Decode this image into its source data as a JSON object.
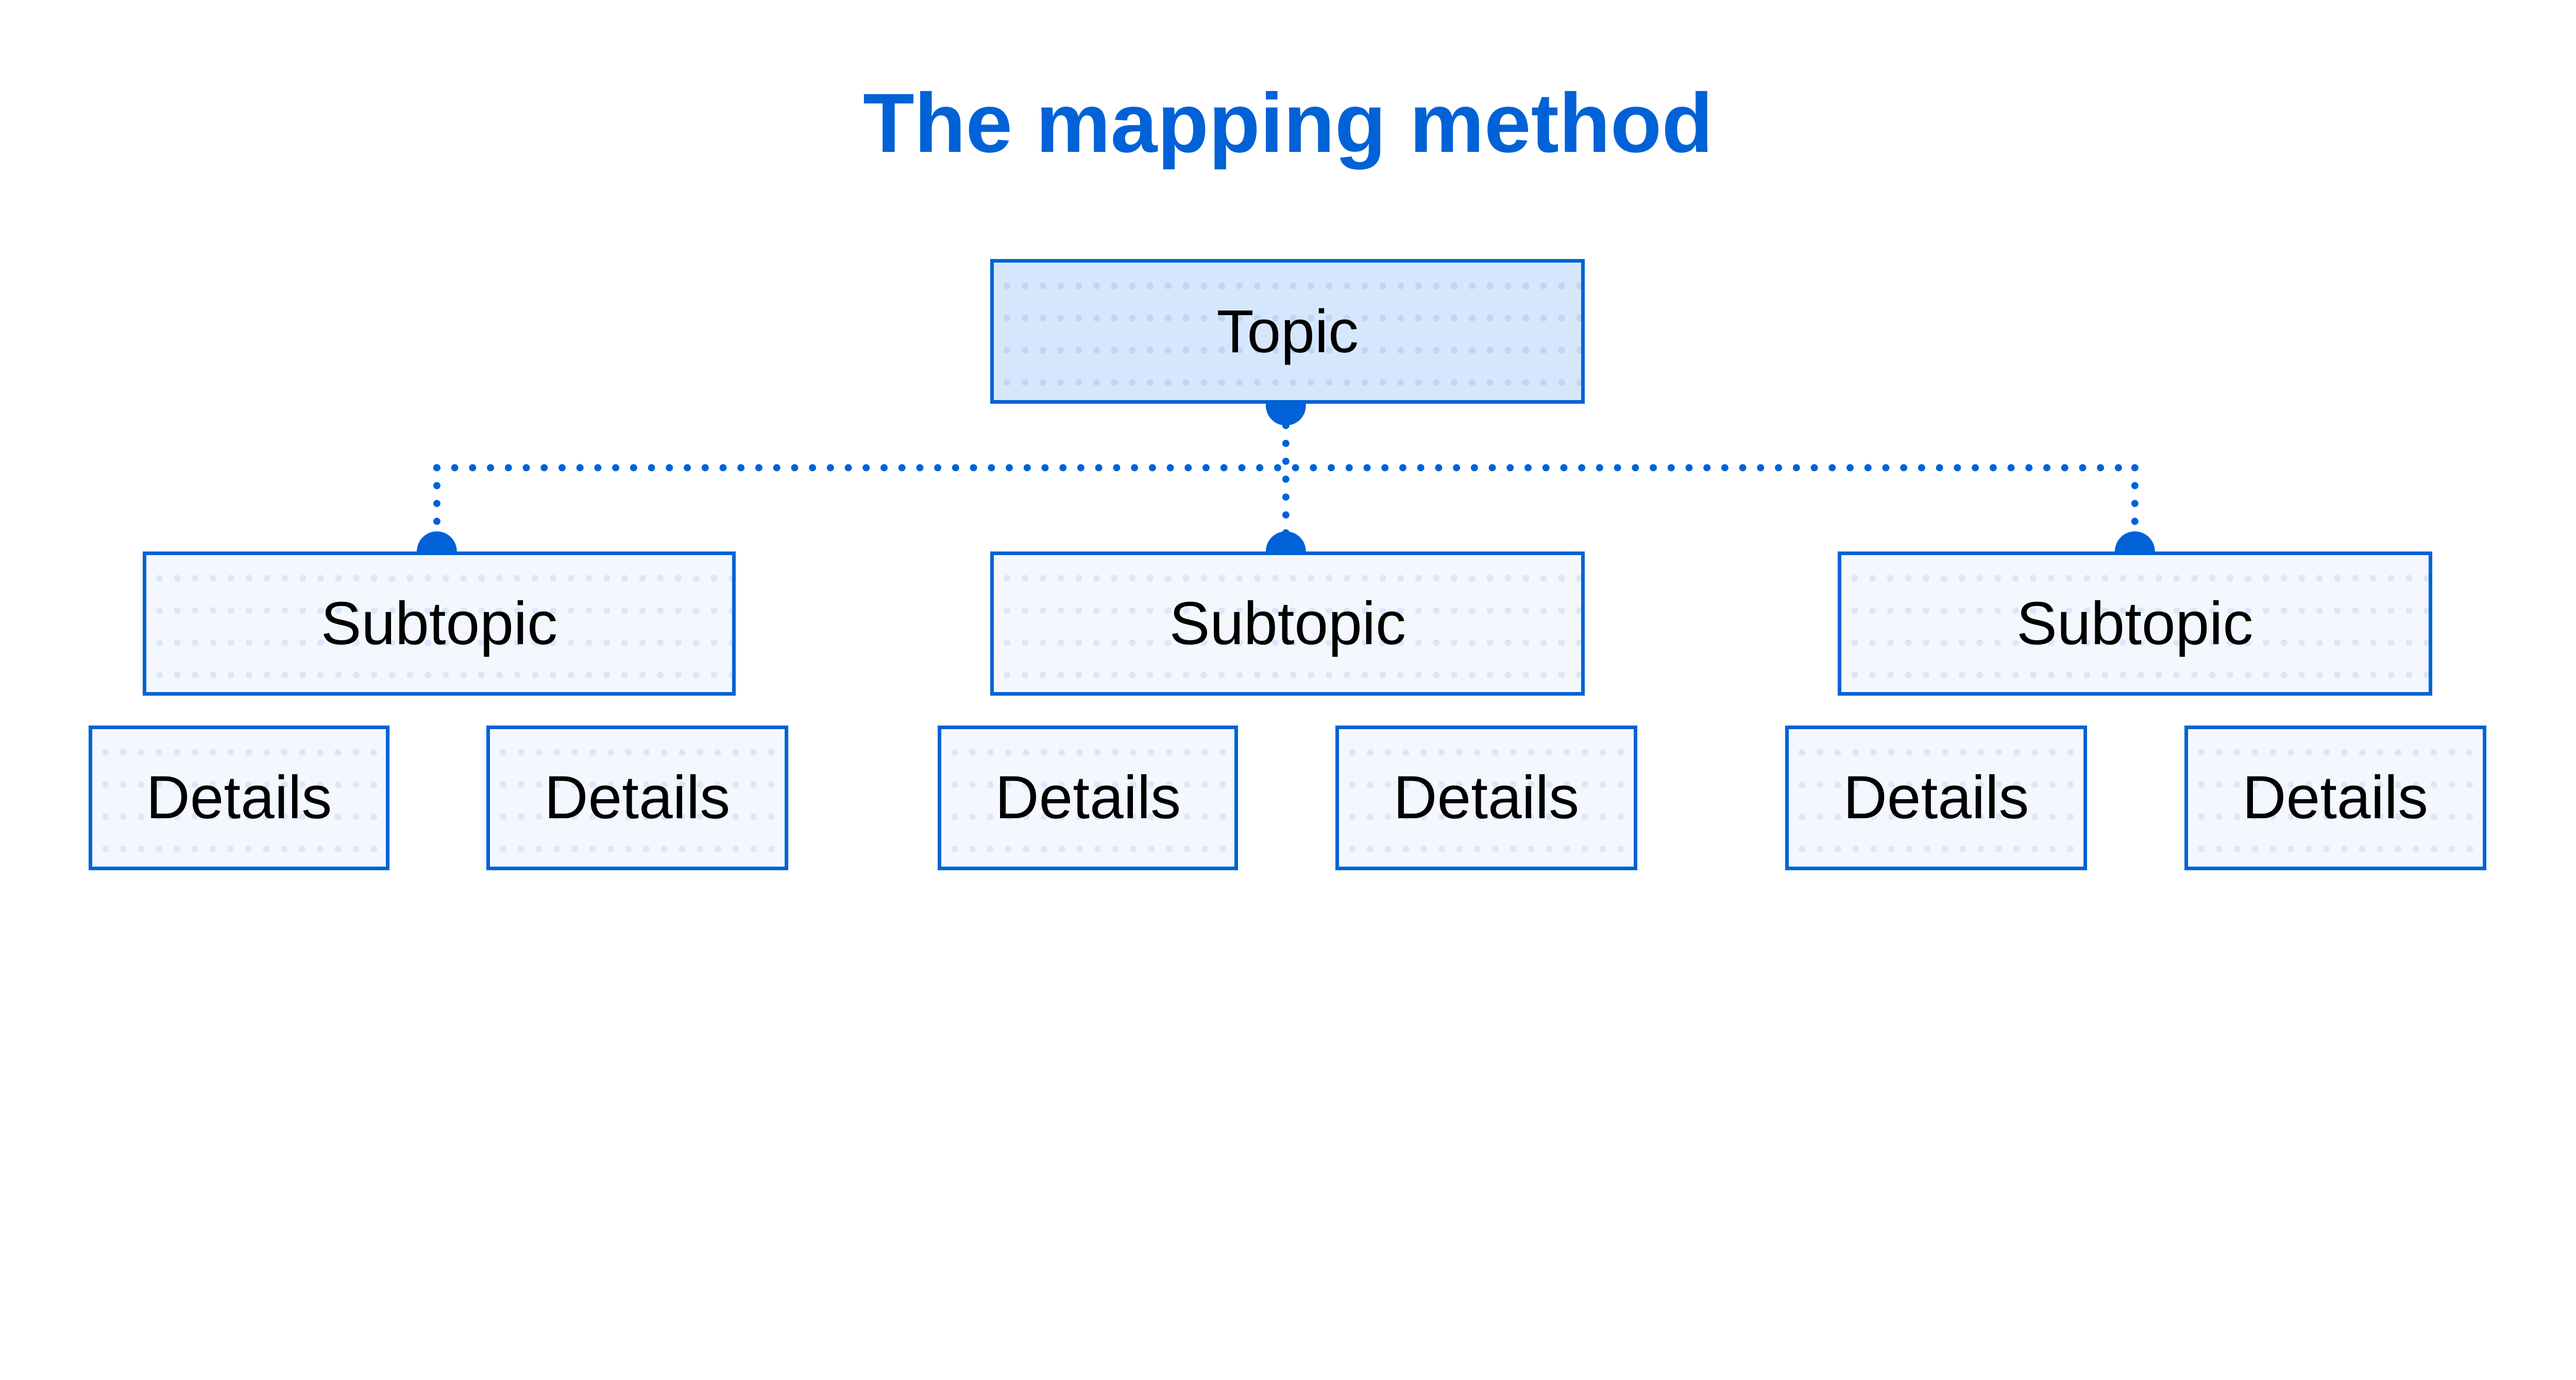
{
  "title": "The mapping method",
  "topic": {
    "label": "Topic"
  },
  "subtopics": [
    {
      "label": "Subtopic",
      "details": [
        "Details",
        "Details"
      ]
    },
    {
      "label": "Subtopic",
      "details": [
        "Details",
        "Details"
      ]
    },
    {
      "label": "Subtopic",
      "details": [
        "Details",
        "Details"
      ]
    }
  ],
  "colors": {
    "accent": "#0062d6",
    "topic_fill": "#d6e7fd",
    "box_fill": "#f4f8fe",
    "text": "#000000"
  }
}
